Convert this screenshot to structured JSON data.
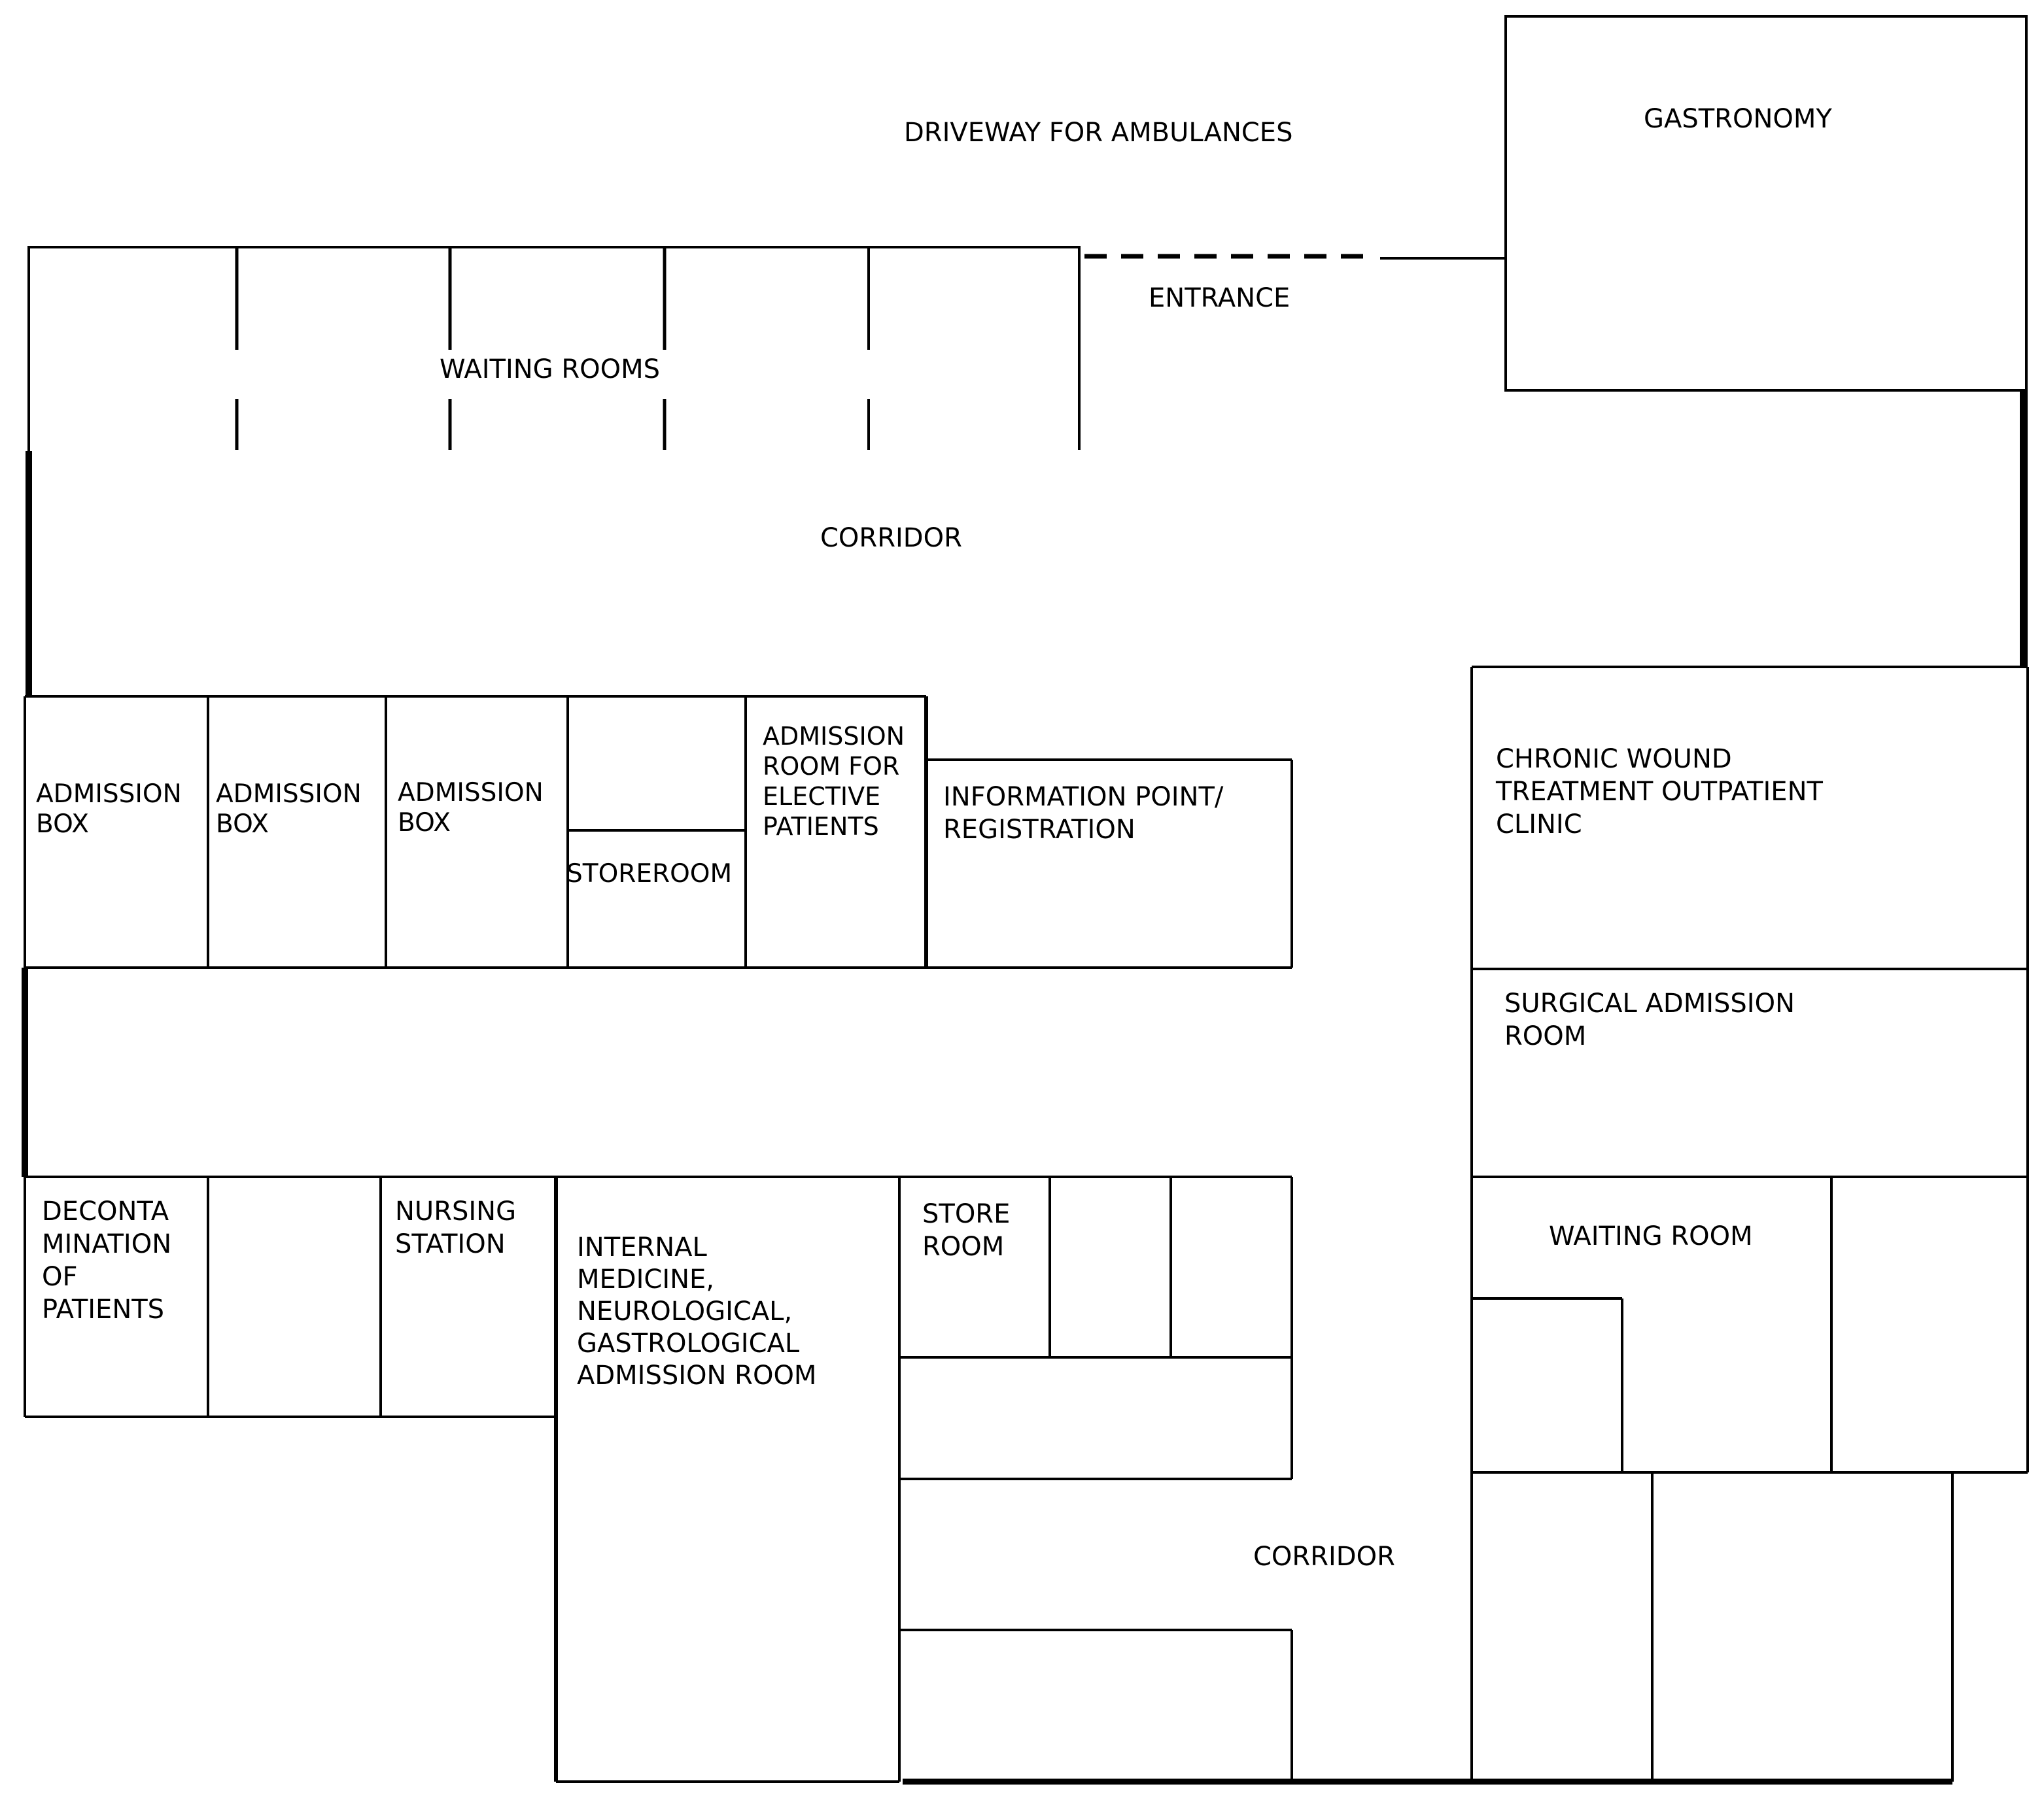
{
  "colors": {
    "background": "#ffffff",
    "line": "#000000",
    "text": "#000000"
  },
  "labels": {
    "driveway": [
      "DRIVEWAY FOR AMBULANCES"
    ],
    "gastronomy": [
      "GASTRONOMY"
    ],
    "entrance": [
      "ENTRANCE"
    ],
    "waiting_rooms": [
      "WAITING ROOMS"
    ],
    "corridor_top": [
      "CORRIDOR"
    ],
    "admission_box_1": [
      "ADMISSION",
      "BOX"
    ],
    "admission_box_2": [
      "ADMISSION",
      "BOX"
    ],
    "admission_box_3": [
      "ADMISSION",
      "BOX"
    ],
    "storeroom": [
      "STOREROOM"
    ],
    "admission_elective": [
      "ADMISSION",
      "ROOM FOR",
      "ELECTIVE",
      "PATIENTS"
    ],
    "information_point": [
      "INFORMATION POINT/",
      "REGISTRATION"
    ],
    "chronic_wound": [
      "CHRONIC WOUND",
      "TREATMENT OUTPATIENT",
      "CLINIC"
    ],
    "surgical_admission": [
      "SURGICAL ADMISSION",
      "ROOM"
    ],
    "decontamination": [
      "DECONTA",
      "MINATION",
      "OF",
      "PATIENTS"
    ],
    "nursing_station": [
      "NURSING",
      "STATION"
    ],
    "internal_medicine": [
      "INTERNAL",
      "MEDICINE,",
      "NEUROLOGICAL,",
      "GASTROLOGICAL",
      "ADMISSION ROOM"
    ],
    "store_room": [
      "STORE",
      "ROOM"
    ],
    "waiting_room": [
      "WAITING ROOM"
    ],
    "corridor_bottom": [
      "CORRIDOR"
    ]
  }
}
